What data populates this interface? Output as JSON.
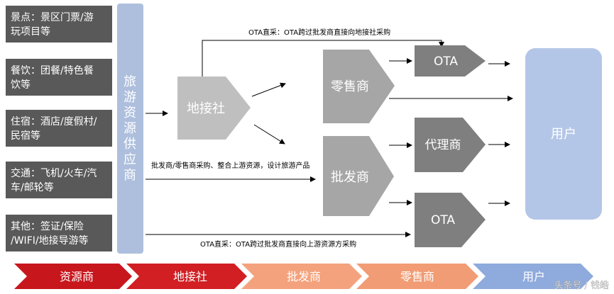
{
  "resources": [
    {
      "line1": "景点：景区门票/游",
      "line2": "玩项目等"
    },
    {
      "line1": "餐饮：团餐/特色餐",
      "line2": "饮等"
    },
    {
      "line1": "住宿：酒店/度假村/",
      "line2": "民宿等"
    },
    {
      "line1": "交通：飞机/火车/汽",
      "line2": "车/邮轮等"
    },
    {
      "line1": "其他：签证/保险",
      "line2": "/WIFI/地接导游等"
    }
  ],
  "supplier": {
    "chars": [
      "旅",
      "游",
      "资",
      "源",
      "供",
      "应",
      "商"
    ]
  },
  "nodes": {
    "dijieshe": "地接社",
    "retailer": "零售商",
    "wholesaler": "批发商",
    "ota_top": "OTA",
    "agent": "代理商",
    "ota_bottom": "OTA",
    "user": "用户"
  },
  "notes": {
    "top": "OTA直采：OTA跨过批发商直接向地接社采购",
    "middle": "批发商/零售商采购、整合上游资源，设计旅游产品",
    "bottom": "OTA直采：OTA跨过批发商直接向上游资源方采购"
  },
  "chain": [
    "资源商",
    "地接社",
    "批发商",
    "零售商",
    "用户"
  ],
  "watermark": "头条号 / 钱皓",
  "colors": {
    "resource_box": "#595959",
    "supplier": "#aebfdd",
    "light_gray": "#bfbfbf",
    "mid_gray": "#a6a6a6",
    "dark_gray": "#7f7f7f",
    "user_box": "#b4c6e7",
    "chain_red": "#c8161d",
    "chain_salmon": "#f4a27d",
    "chain_blue": "#8faadc"
  }
}
